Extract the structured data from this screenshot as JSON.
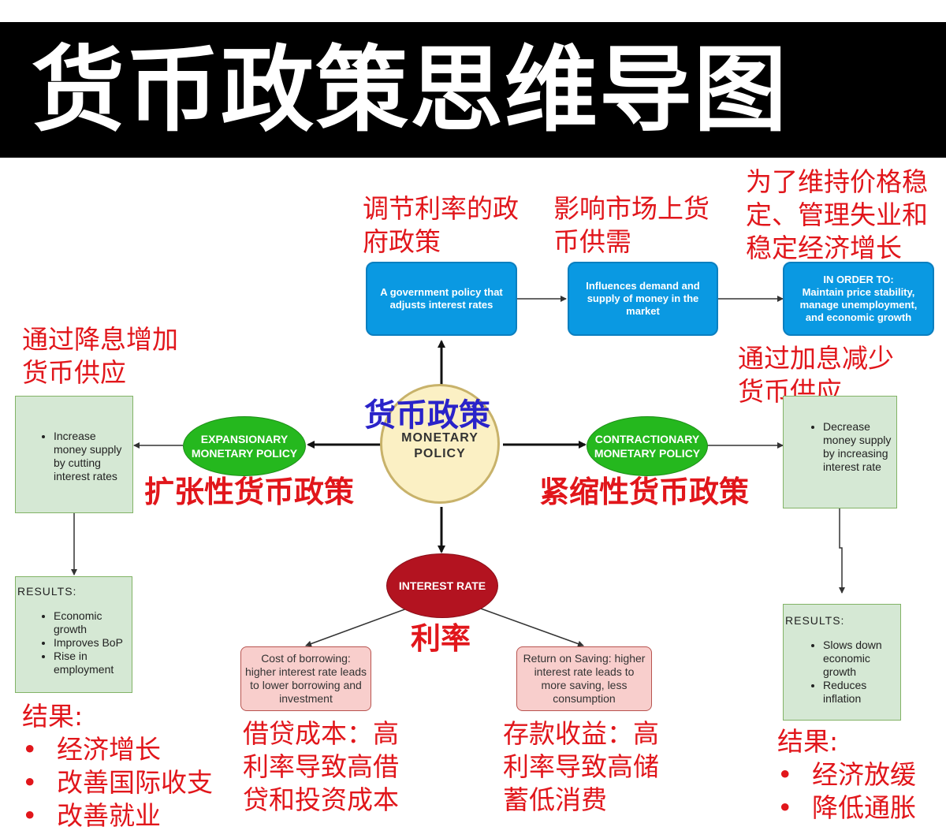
{
  "title": "货币政策思维导图",
  "center": {
    "en": "MONETARY POLICY",
    "zh": "货币政策"
  },
  "definition": {
    "en": "A government policy that adjusts interest rates",
    "zh": "调节利率的政府政策"
  },
  "influence": {
    "en": "Influences demand and supply of money in the market",
    "zh": "影响市场上货币供需"
  },
  "purpose": {
    "en_heading": "IN ORDER TO:",
    "en_body": "Maintain price stability, manage unemployment, and economic growth",
    "zh": "为了维持价格稳定、管理失业和稳定经济增长"
  },
  "expansionary": {
    "label": "EXPANSIONARY MONETARY POLICY",
    "zh": "扩张性货币政策",
    "action_zh": "通过降息增加货币供应",
    "action_items": [
      "Increase money supply by cutting interest rates"
    ],
    "results_label": "RESULTS:",
    "results": [
      "Economic growth",
      "Improves BoP",
      "Rise in employment"
    ],
    "results_zh_label": "结果:",
    "results_zh": [
      "经济增长",
      "改善国际收支",
      "改善就业"
    ]
  },
  "contractionary": {
    "label": "CONTRACTIONARY MONETARY POLICY",
    "zh": "紧缩性货币政策",
    "action_zh": "通过加息减少货币供应",
    "action_items": [
      "Decrease money supply by increasing interest rate"
    ],
    "results_label": "RESULTS:",
    "results": [
      "Slows down economic growth",
      "Reduces inflation"
    ],
    "results_zh_label": "结果:",
    "results_zh": [
      "经济放缓",
      "降低通胀"
    ]
  },
  "interest_rate": {
    "label": "INTEREST RATE",
    "zh": "利率",
    "borrowing": {
      "en": "Cost of borrowing: higher interest rate leads to lower borrowing and investment",
      "zh": "借贷成本：高利率导致高借贷和投资成本"
    },
    "saving": {
      "en": "Return on Saving: higher interest rate leads to more saving, less consumption",
      "zh": "存款收益：高利率导致高储蓄低消费"
    }
  }
}
